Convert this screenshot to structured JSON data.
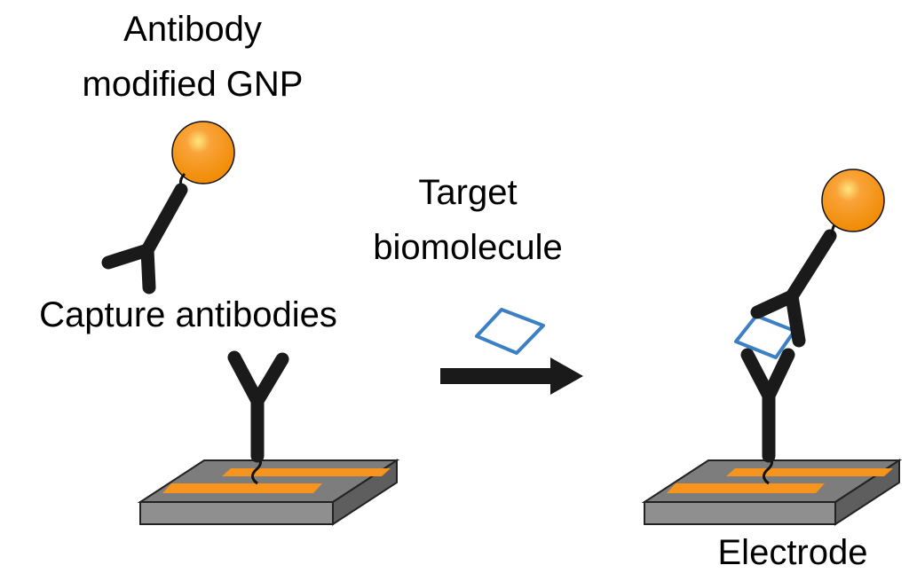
{
  "labels": {
    "gnp_line1": "Antibody",
    "gnp_line2": "modified GNP",
    "capture": "Capture antibodies",
    "target_line1": "Target",
    "target_line2": "biomolecule",
    "electrode": "Electrode"
  },
  "colors": {
    "gnp": "#f7941d",
    "gnp_highlight": "#ffe066",
    "antibody": "#1a1a1a",
    "biomolecule": "#3b7fc4",
    "electrode_top": "#7a7a7a",
    "electrode_front": "#909090",
    "electrode_stripes": "#f7941d",
    "arrow": "#1a1a1a"
  },
  "icons": {
    "reaction_arrow": "right-arrow-icon"
  }
}
